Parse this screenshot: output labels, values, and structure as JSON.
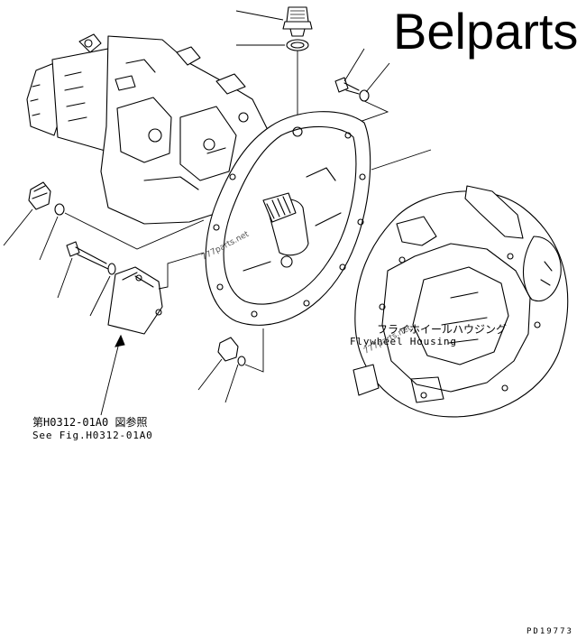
{
  "brand": {
    "text": "Belparts"
  },
  "labels": {
    "flywheel_jp": "フライホイールハウジング",
    "flywheel_en": "Flywheel Housing",
    "ref_jp": "第H0312-01A0 図参照",
    "ref_en": "See Fig.H0312-01A0"
  },
  "watermarks": [
    "777parts.net",
    "777parts.net"
  ],
  "page_code": "PD19773",
  "icons": [
    "pump-assembly-drawing",
    "flywheel-housing-drawing"
  ]
}
